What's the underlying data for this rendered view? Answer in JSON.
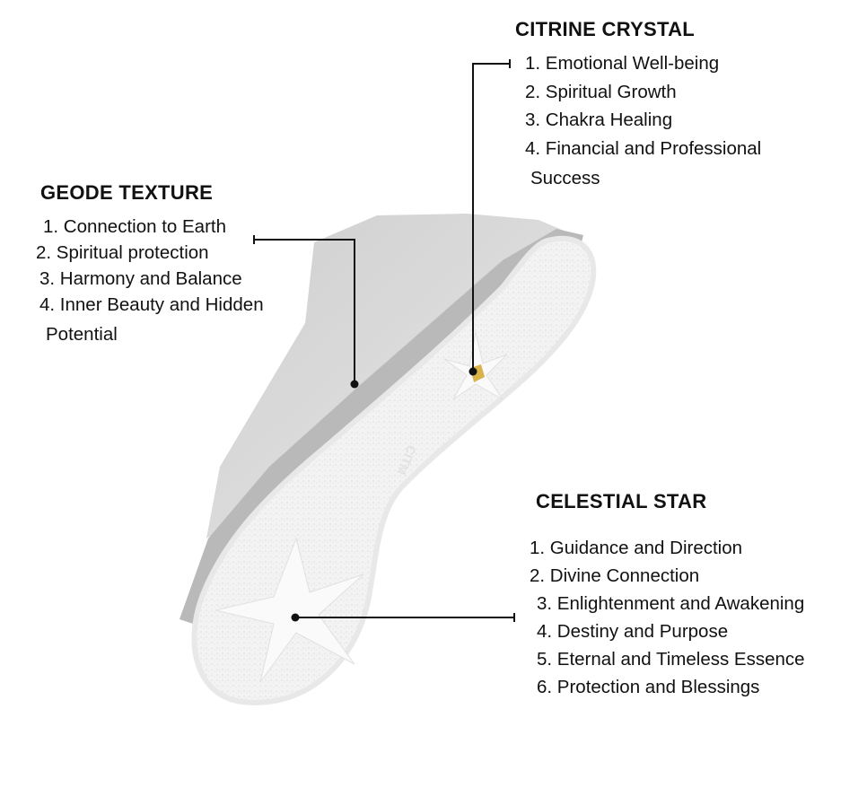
{
  "citrine": {
    "title": "CITRINE CRYSTAL",
    "items": [
      "1. Emotional Well-being",
      "2. Spiritual Growth",
      "3. Chakra Healing",
      "4. Financial and Professional",
      "Success"
    ]
  },
  "geode": {
    "title": "GEODE TEXTURE",
    "items": [
      "1. Connection to Earth",
      "2. Spiritual protection",
      "3. Harmony and Balance",
      "4. Inner Beauty and Hidden",
      "Potential"
    ]
  },
  "celestial": {
    "title": "CELESTIAL STAR",
    "items": [
      "1. Guidance and Direction",
      "2. Divine Connection",
      "3. Enlightenment and Awakening",
      "4. Destiny and Purpose",
      "5. Eternal and Timeless Essence",
      "6. Protection and Blessings"
    ]
  },
  "sole_logo": "CITM",
  "colors": {
    "line": "#111111",
    "crystal": "#d9b24a"
  }
}
